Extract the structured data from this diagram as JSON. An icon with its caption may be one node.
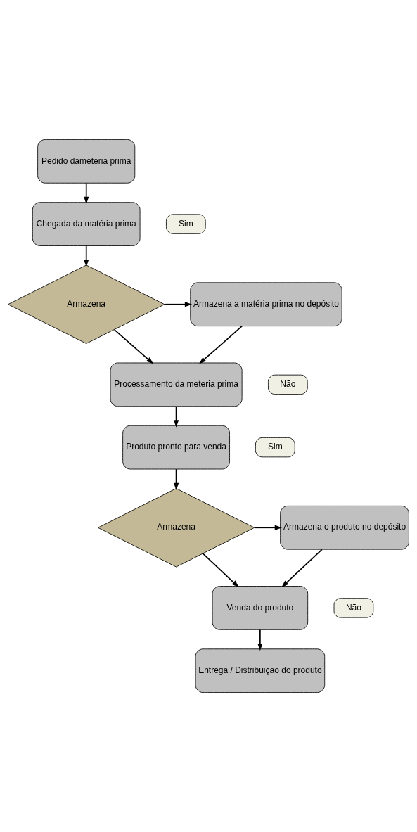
{
  "diagram": {
    "nodes": [
      {
        "text": [
          "Pedido dameteria prima"
        ]
      },
      {
        "text": [
          "Chegada da matéria prima"
        ]
      },
      {
        "text": [
          "Armazena"
        ]
      },
      {
        "text": [
          "Sim"
        ]
      },
      {
        "text": [
          "Armazena a matéria prima no depósito"
        ]
      },
      {
        "text": [
          "Não"
        ]
      },
      {
        "text": [
          "Processamento da meteria prima"
        ]
      },
      {
        "text": [
          "Produto pronto para venda"
        ]
      },
      {
        "text": [
          "Armazena"
        ]
      },
      {
        "text": [
          "Sim"
        ]
      },
      {
        "text": [
          "Armazena o produto no depósito"
        ]
      },
      {
        "text": [
          "Não"
        ]
      },
      {
        "text": [
          "Venda do produto"
        ]
      },
      {
        "text": [
          "Entrega / Distribuição do produto"
        ]
      }
    ],
    "edges": [
      {
        "from": 0,
        "to": 1,
        "arrow": "to"
      },
      {
        "from": 1,
        "to": 2,
        "arrow": "to"
      },
      {
        "from": 2,
        "to": 4,
        "arrow": "to"
      },
      {
        "from": 2,
        "to": 6,
        "arrow": "to"
      },
      {
        "from": 4,
        "to": 6,
        "arrow": "to"
      },
      {
        "from": 6,
        "to": 7,
        "arrow": "to"
      },
      {
        "from": 7,
        "to": 8,
        "arrow": "to"
      },
      {
        "from": 8,
        "to": 10,
        "arrow": "to"
      },
      {
        "from": 8,
        "to": 12,
        "arrow": "to"
      },
      {
        "from": 10,
        "to": 12,
        "arrow": "to"
      },
      {
        "from": 12,
        "to": 13,
        "arrow": "to"
      }
    ]
  }
}
